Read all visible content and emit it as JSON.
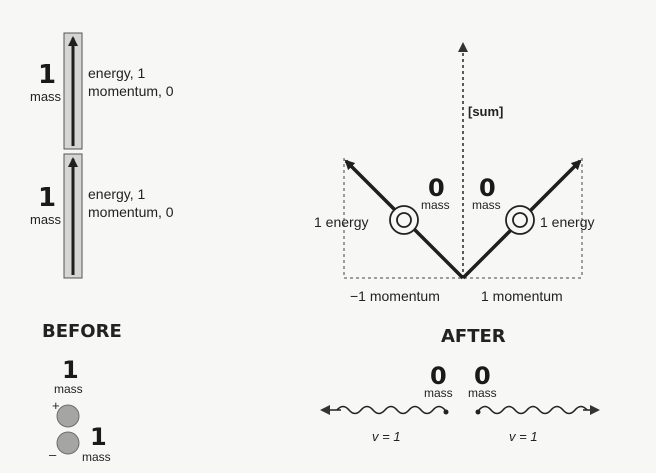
{
  "before": {
    "heading": "BEFORE",
    "particles": [
      {
        "mass_value": "1",
        "mass_label": "mass",
        "energy_label": "energy, 1",
        "momentum_label": "momentum, 0"
      },
      {
        "mass_value": "1",
        "mass_label": "mass",
        "energy_label": "energy, 1",
        "momentum_label": "momentum, 0"
      }
    ],
    "balls": [
      {
        "mass_value": "1",
        "mass_label": "mass",
        "charge": "+"
      },
      {
        "mass_value": "1",
        "mass_label": "mass",
        "charge": "–"
      }
    ]
  },
  "after": {
    "heading": "AFTER",
    "sum_label": "[sum]",
    "photons": [
      {
        "mass_value": "0",
        "mass_label": "mass",
        "energy_label": "1 energy",
        "momentum_label": "−1 momentum"
      },
      {
        "mass_value": "0",
        "mass_label": "mass",
        "energy_label": "1 energy",
        "momentum_label": "1 momentum"
      }
    ],
    "waves": [
      {
        "mass_value": "0",
        "mass_label": "mass",
        "velocity_label": "v = 1"
      },
      {
        "mass_value": "0",
        "mass_label": "mass",
        "velocity_label": "v = 1"
      }
    ]
  }
}
